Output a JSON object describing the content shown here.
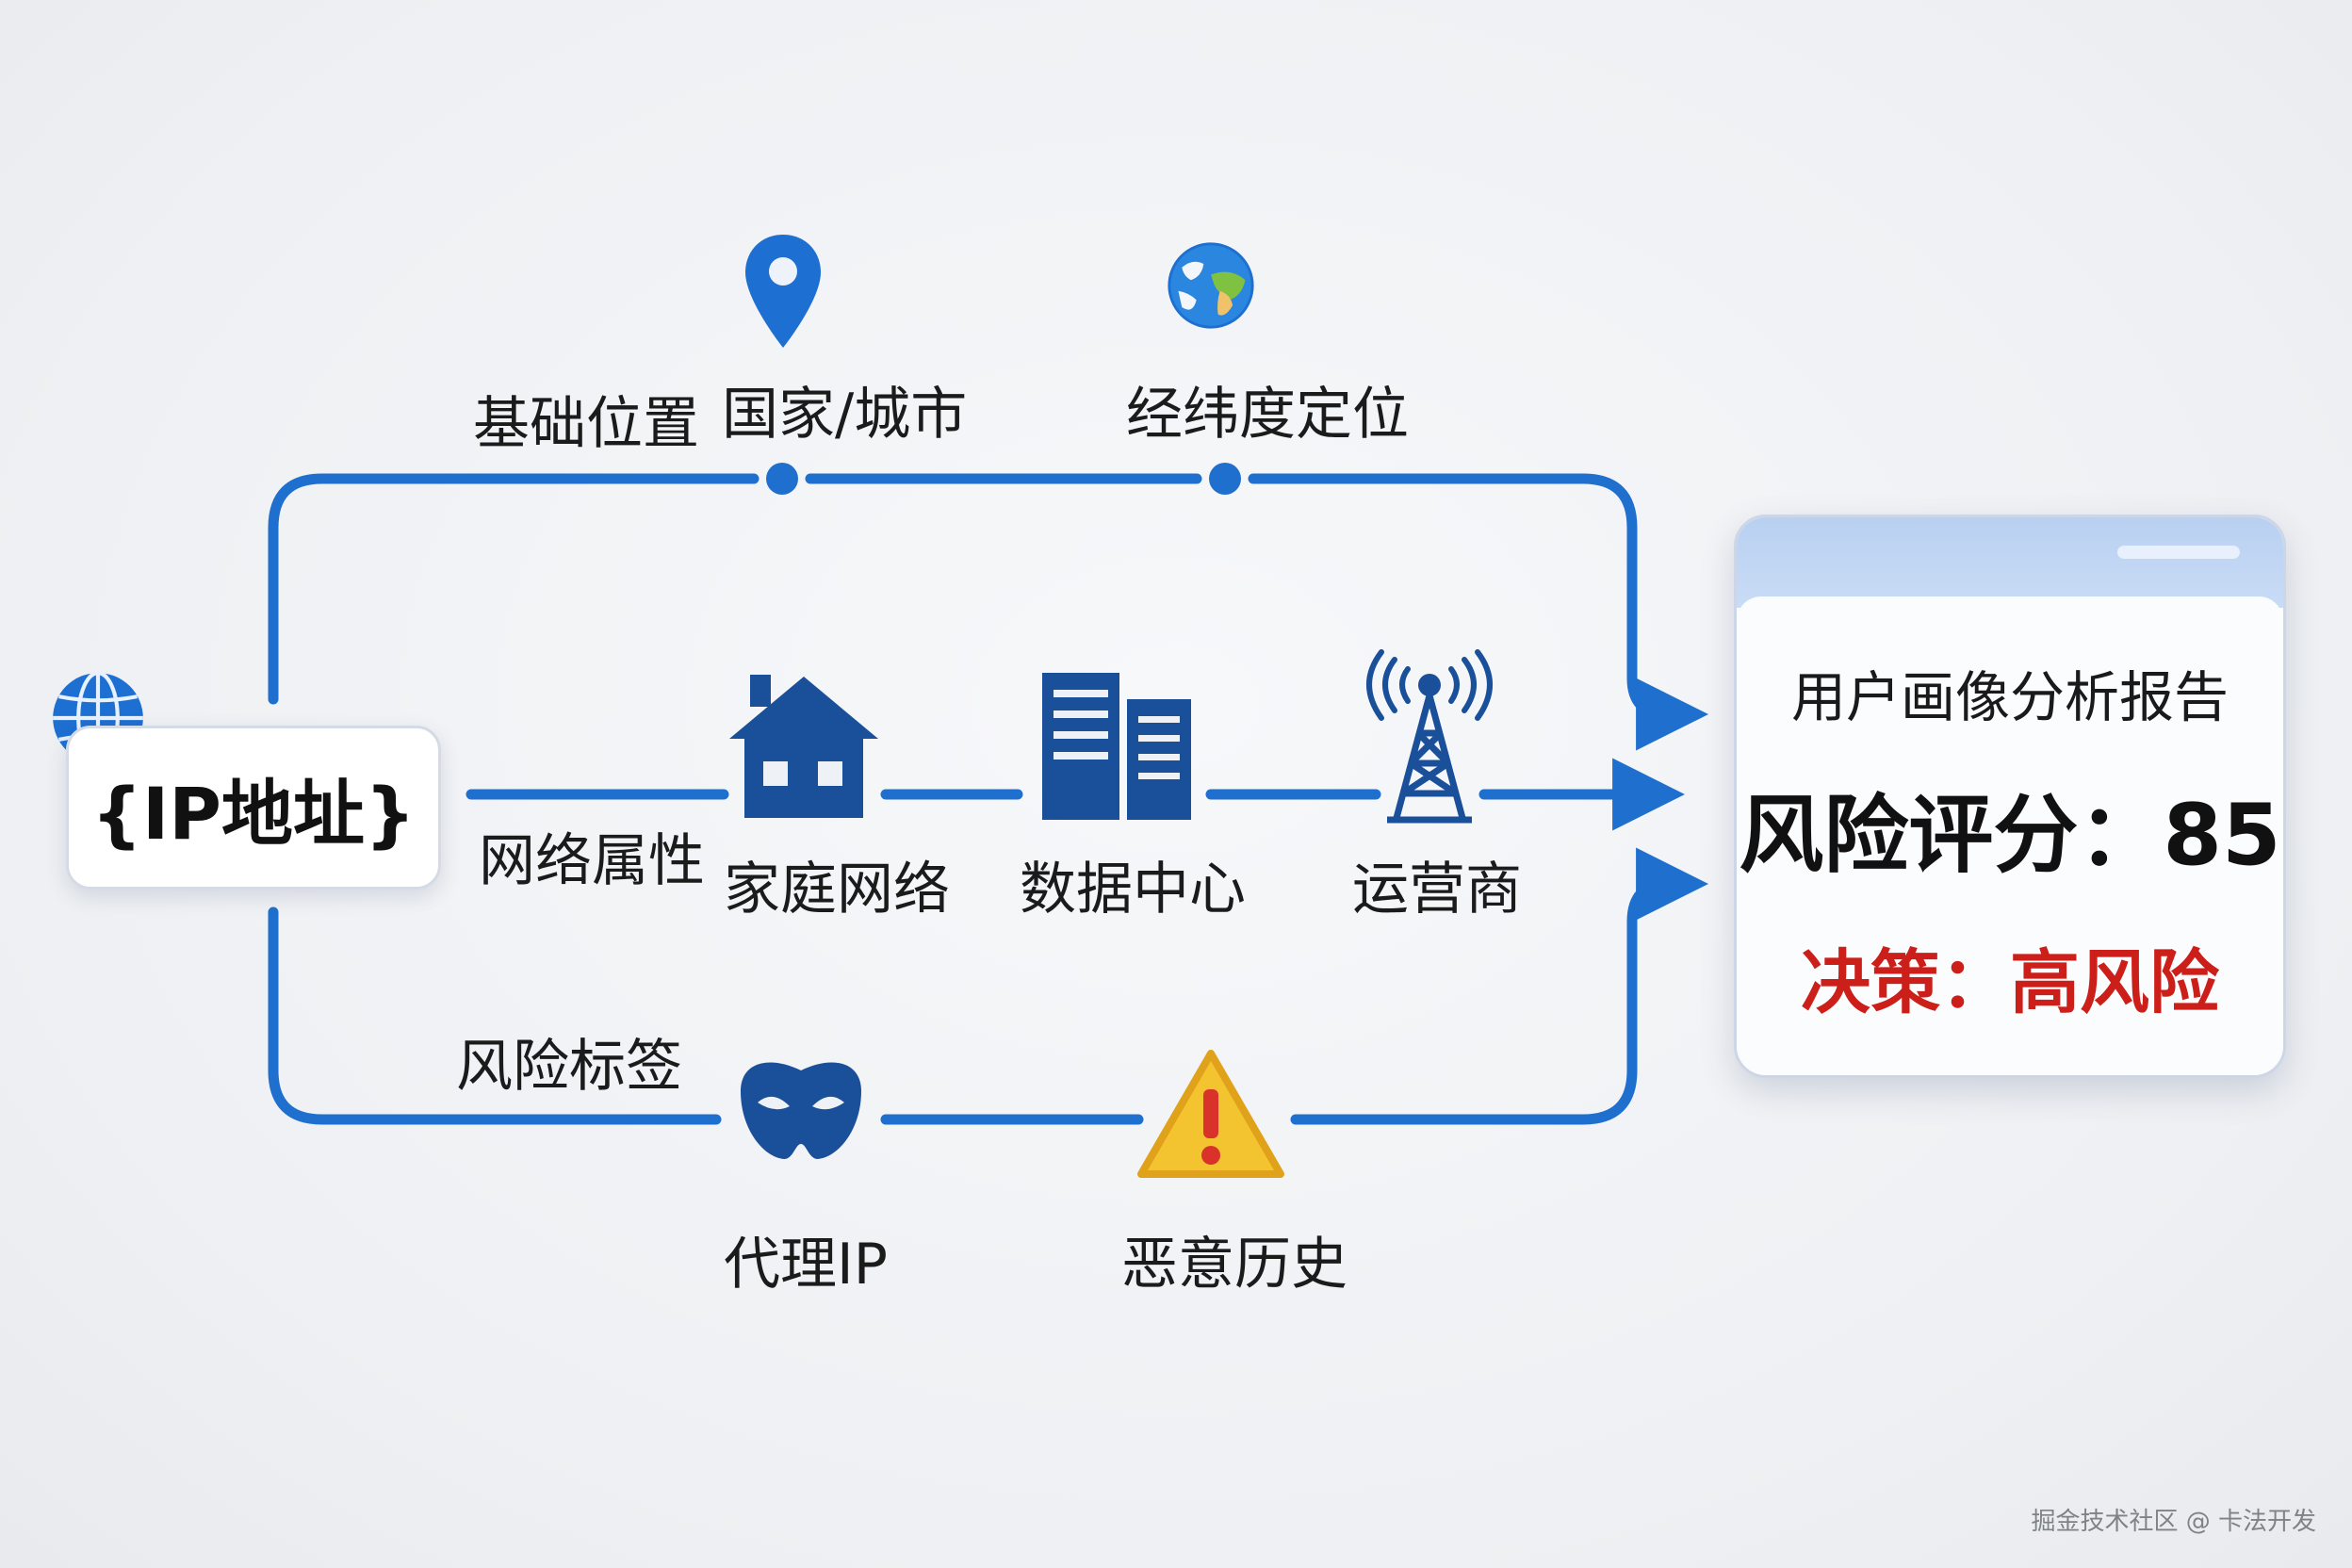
{
  "source": {
    "label": "{IP地址}"
  },
  "branches": {
    "location": {
      "label": "基础位置",
      "nodes": [
        {
          "label": "国家/城市",
          "icon": "map-pin-icon"
        },
        {
          "label": "经纬度定位",
          "icon": "globe-icon"
        }
      ]
    },
    "network": {
      "label": "网络属性",
      "nodes": [
        {
          "label": "家庭网络",
          "icon": "house-icon"
        },
        {
          "label": "数据中心",
          "icon": "data-center-icon"
        },
        {
          "label": "运营商",
          "icon": "radio-tower-icon"
        }
      ]
    },
    "risk": {
      "label": "风险标签",
      "nodes": [
        {
          "label": "代理IP",
          "icon": "mask-icon"
        },
        {
          "label": "恶意历史",
          "icon": "warning-icon"
        }
      ]
    }
  },
  "report": {
    "title": "用户画像分析报告",
    "score": "风险评分：85",
    "decision": "决策：高风险"
  },
  "watermark": "掘金技术社区 @ 卡法开发",
  "colors": {
    "line": "#1f6fcf",
    "icon_dark": "#1a4f9a",
    "pin": "#1d6fd1",
    "decision": "#cc1f1a",
    "warning": "#f4c430"
  }
}
